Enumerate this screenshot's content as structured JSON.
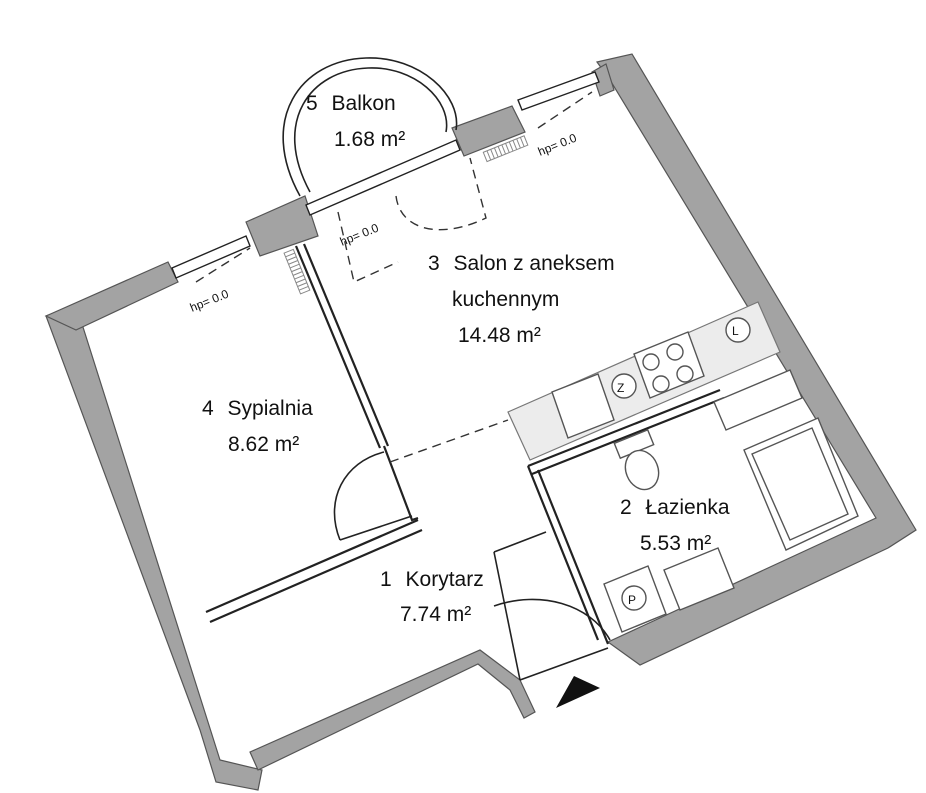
{
  "rooms": [
    {
      "number": "1",
      "name": "Korytarz",
      "area": "7.74 m²"
    },
    {
      "number": "2",
      "name": "Łazienka",
      "area": "5.53 m²"
    },
    {
      "number": "3",
      "name": "Salon z aneksem",
      "name_line2": "kuchennym",
      "area": "14.48 m²"
    },
    {
      "number": "4",
      "name": "Sypialnia",
      "area": "8.62 m²"
    },
    {
      "number": "5",
      "name": "Balkon",
      "area": "1.68 m²"
    }
  ],
  "window_sill": "hp= 0.0",
  "colors": {
    "wall": "#a3a3a3",
    "line": "#222222",
    "background": "#ffffff"
  },
  "icons": [
    "entrance-arrow-icon",
    "cooktop-icon",
    "sink-icon",
    "toilet-icon",
    "bathtub-icon",
    "washing-machine-icon",
    "fridge-icon"
  ]
}
